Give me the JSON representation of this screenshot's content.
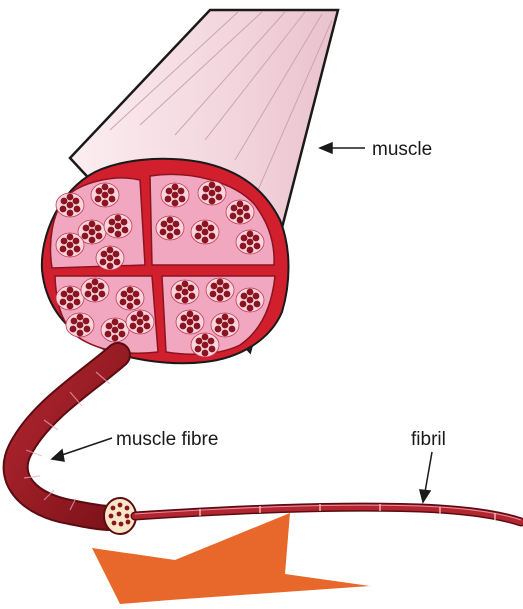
{
  "labels": {
    "muscle": "muscle",
    "muscle_fibre": "muscle fibre",
    "fibril": "fibril"
  },
  "colors": {
    "muscle_sheath": "#f5dde3",
    "cross_section_red": "#d11f2d",
    "bundle_fill": "#f2a7c0",
    "cell_dark": "#8a1420",
    "fibre_red": "#9e1b24",
    "arrow_orange": "#e8672a"
  },
  "icons": {
    "arrow": "orange-direction-arrow"
  }
}
